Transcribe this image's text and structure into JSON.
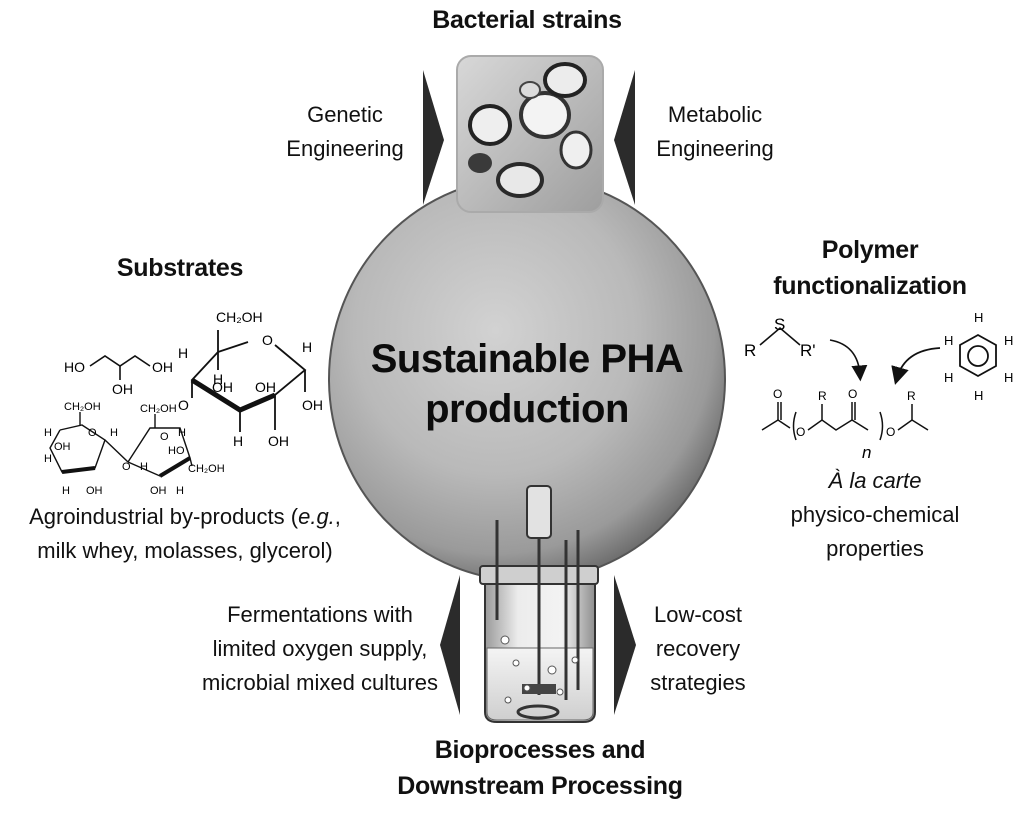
{
  "central": {
    "line1": "Sustainable PHA",
    "line2": "production"
  },
  "bacterial": {
    "title": "Bacterial strains",
    "image_icon": "micrograph-image"
  },
  "genetic": {
    "line1": "Genetic",
    "line2": "Engineering"
  },
  "metabolic": {
    "line1": "Metabolic",
    "line2": "Engineering"
  },
  "substrates": {
    "title": "Substrates",
    "caption_line1_a": "Agroindustrial by-products (",
    "caption_line1_em": "e.g.",
    "caption_line1_b": ",",
    "caption_line2": "milk whey, molasses, glycerol)",
    "glycerol": {
      "ho_left": "HO",
      "oh_right": "OH",
      "oh_bottom": "OH"
    },
    "galactose": {
      "ch2oh": "CH₂OH",
      "h": "H",
      "o": "O",
      "oh": "OH"
    },
    "sucrose": {
      "ch2oh": "CH₂OH",
      "h": "H",
      "o": "O",
      "oh": "OH",
      "ho": "HO"
    }
  },
  "polymer": {
    "title_line1": "Polymer",
    "title_line2": "functionalization",
    "caption_em_a": "À la carte",
    "caption_line2": "physico-chemical",
    "caption_line3": "properties",
    "thioether": {
      "r": "R",
      "s": "S",
      "r2": "R'"
    },
    "benzene": {
      "h": "H"
    },
    "chain": {
      "o": "O",
      "r": "R",
      "n": "n"
    }
  },
  "fermentation": {
    "line1": "Fermentations with",
    "line2": "limited oxygen supply,",
    "line3": "microbial mixed cultures"
  },
  "recovery": {
    "line1": "Low-cost",
    "line2": "recovery",
    "line3": "strategies"
  },
  "bioprocess": {
    "title_line1": "Bioprocesses and",
    "title_line2": "Downstream Processing",
    "image_icon": "bioreactor-icon"
  }
}
